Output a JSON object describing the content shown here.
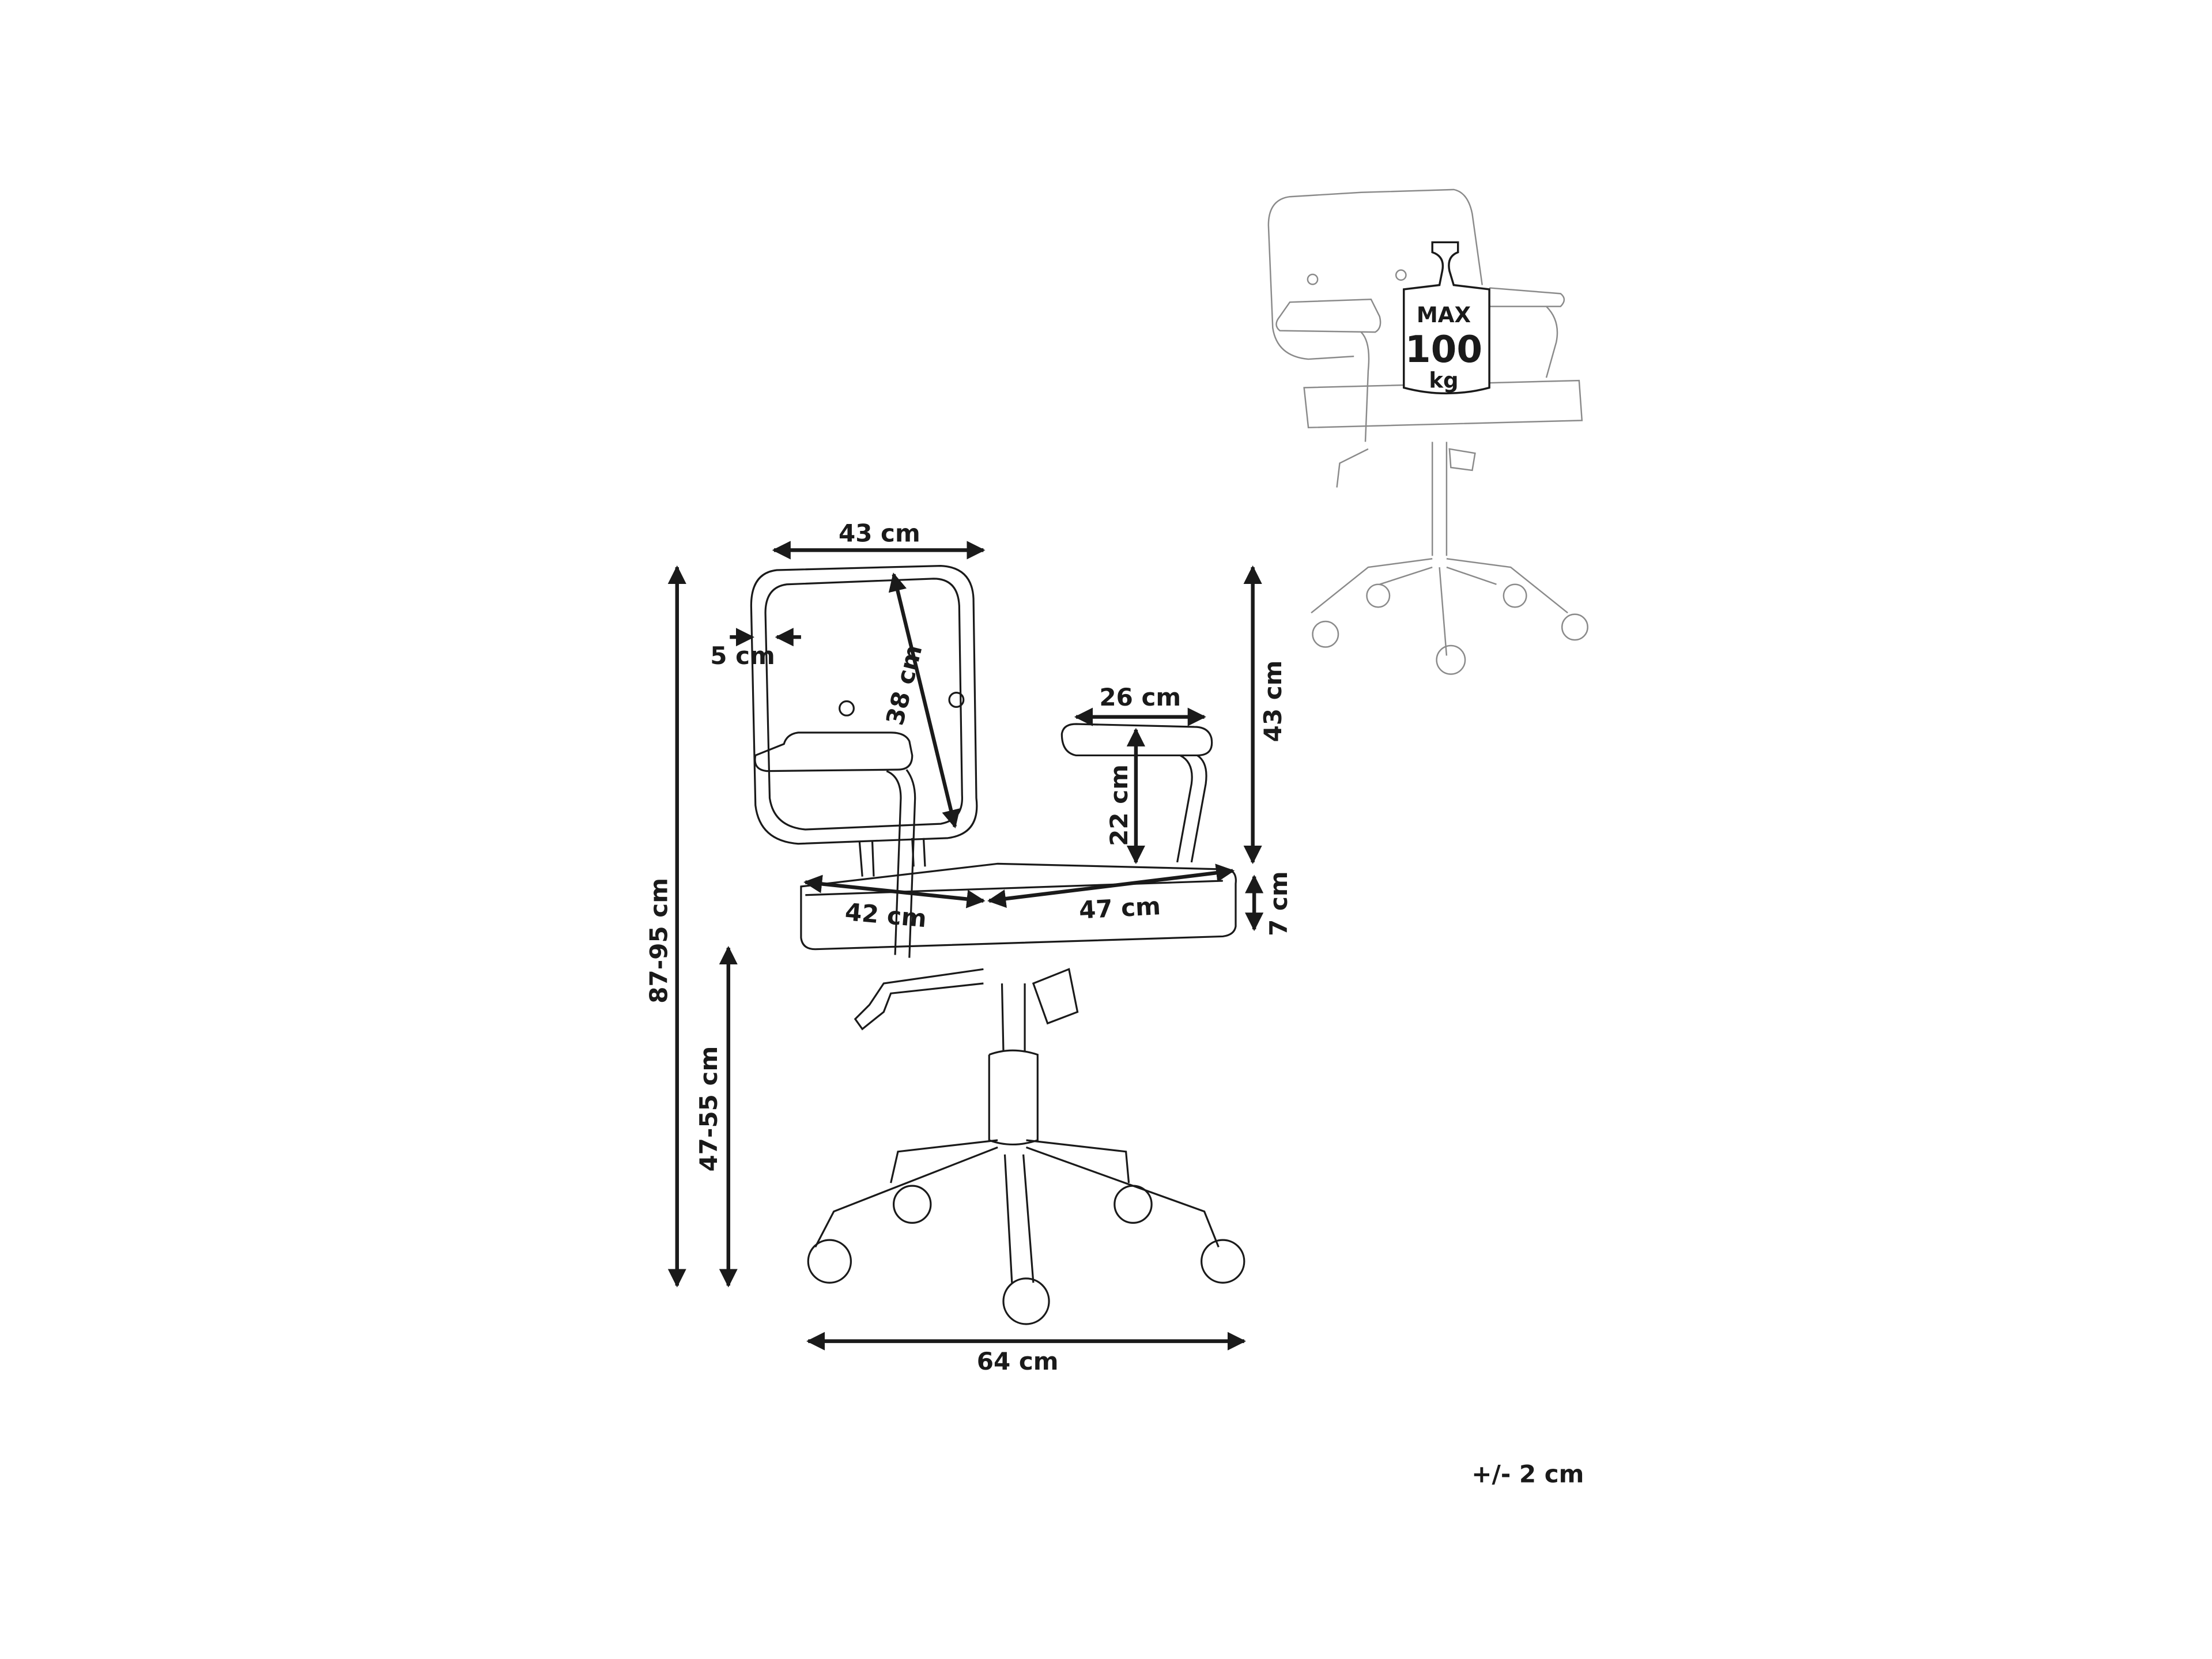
{
  "dimensions": {
    "back_width": "43 cm",
    "back_thickness": "5 cm",
    "back_height": "38 cm",
    "armrest_length": "26 cm",
    "armrest_height": "22 cm",
    "arm_to_seat_height": "43 cm",
    "seat_thickness": "7 cm",
    "seat_depth": "42 cm",
    "seat_width": "47 cm",
    "total_height": "87-95 cm",
    "seat_height": "47-55 cm",
    "base_width": "64 cm"
  },
  "tolerance": "+/- 2 cm",
  "max_load": {
    "line1": "MAX",
    "line2": "100",
    "line3": "kg"
  }
}
